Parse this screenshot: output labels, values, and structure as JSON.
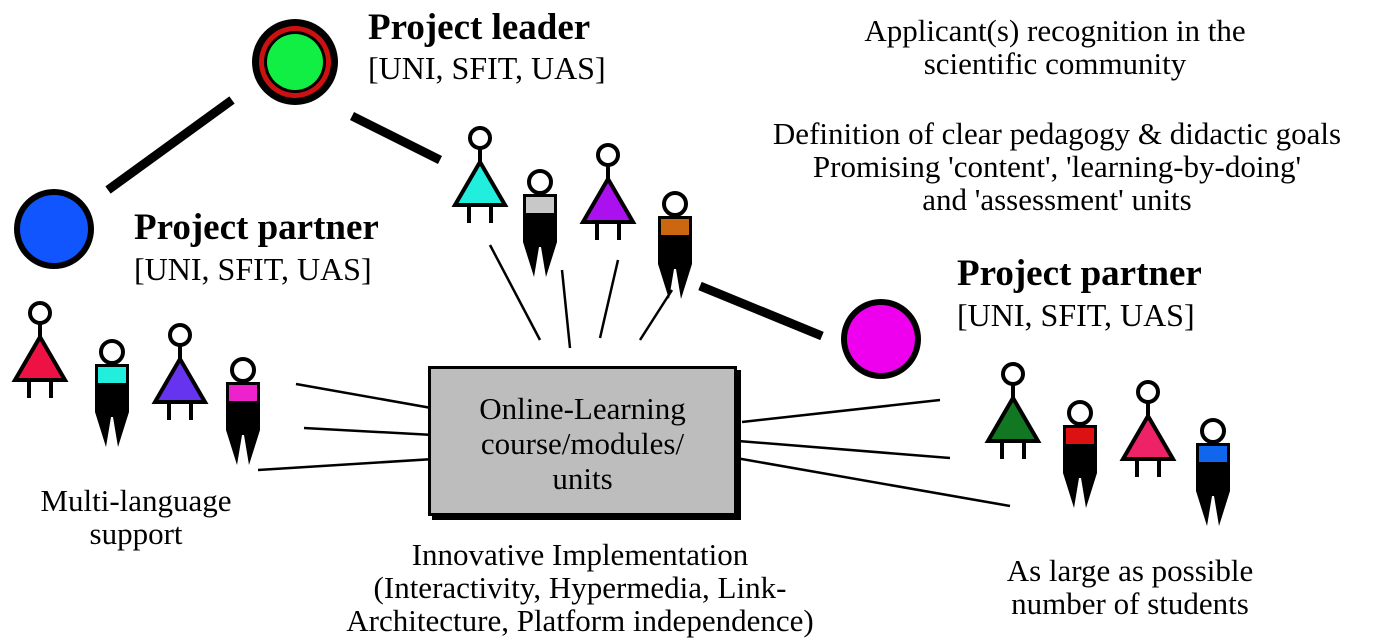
{
  "leader": {
    "title": "Project leader",
    "institutions": "[UNI, SFIT, UAS]"
  },
  "partner_left": {
    "title": "Project partner",
    "institutions": "[UNI, SFIT, UAS]"
  },
  "partner_right": {
    "title": "Project partner",
    "institutions": "[UNI, SFIT, UAS]"
  },
  "center_box": {
    "line1": "Online-Learning",
    "line2": "course/modules/",
    "line3": "units"
  },
  "notes": {
    "recognition": {
      "line1": "Applicant(s) recognition in the",
      "line2": "scientific community"
    },
    "pedagogy": {
      "line1": "Definition of clear pedagogy & didactic goals",
      "line2": "Promising 'content', 'learning-by-doing'",
      "line3": "and 'assessment' units"
    },
    "language": {
      "line1": "Multi-language",
      "line2": "support"
    },
    "implementation": {
      "line1": "Innovative Implementation",
      "line2": "(Interactivity, Hypermedia, Link-",
      "line3": "Architecture, Platform independence)"
    },
    "students": {
      "line1": "As large as possible",
      "line2": "number of students"
    }
  },
  "colors": {
    "leader_node_outer": "#cc1111",
    "leader_node_inner": "#11ee44",
    "partner_left_node": "#1155ff",
    "partner_right_node": "#ee00ee",
    "box_fill": "#bdbdbd",
    "people_leader_group": [
      "#22eedd",
      "#c8c8c8",
      "#aa11ee",
      "#cc6611"
    ],
    "people_left_group": [
      "#ee1144",
      "#22eedd",
      "#6633ee",
      "#ee22cc"
    ],
    "people_right_group": [
      "#117722",
      "#dd1111",
      "#ee2266",
      "#1166ee"
    ]
  }
}
